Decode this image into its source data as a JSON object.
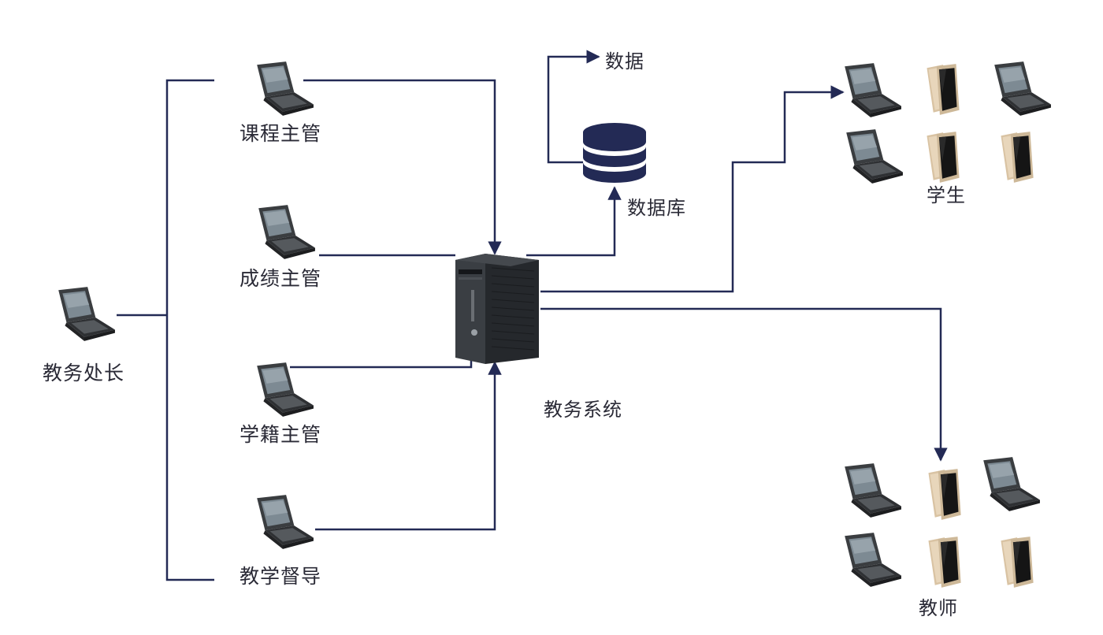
{
  "colors": {
    "line": "#232a55",
    "database": "#232a55",
    "server_body": "#26292d",
    "laptop_screen": "#7d8a93",
    "laptop_body": "#3a3d40",
    "phone_gold": "#d9c3a3"
  },
  "icons": {
    "laptop": "laptop-icon",
    "phone": "smartphone-icon",
    "server": "server-tower-icon",
    "database": "database-icon"
  },
  "nodes": {
    "director": "教务处长",
    "course_manager": "课程主管",
    "grade_manager": "成绩主管",
    "registry_manager": "学籍主管",
    "supervisor": "教学督导",
    "system": "教务系统",
    "database": "数据库",
    "data": "数据",
    "students": "学生",
    "teachers": "教师"
  }
}
